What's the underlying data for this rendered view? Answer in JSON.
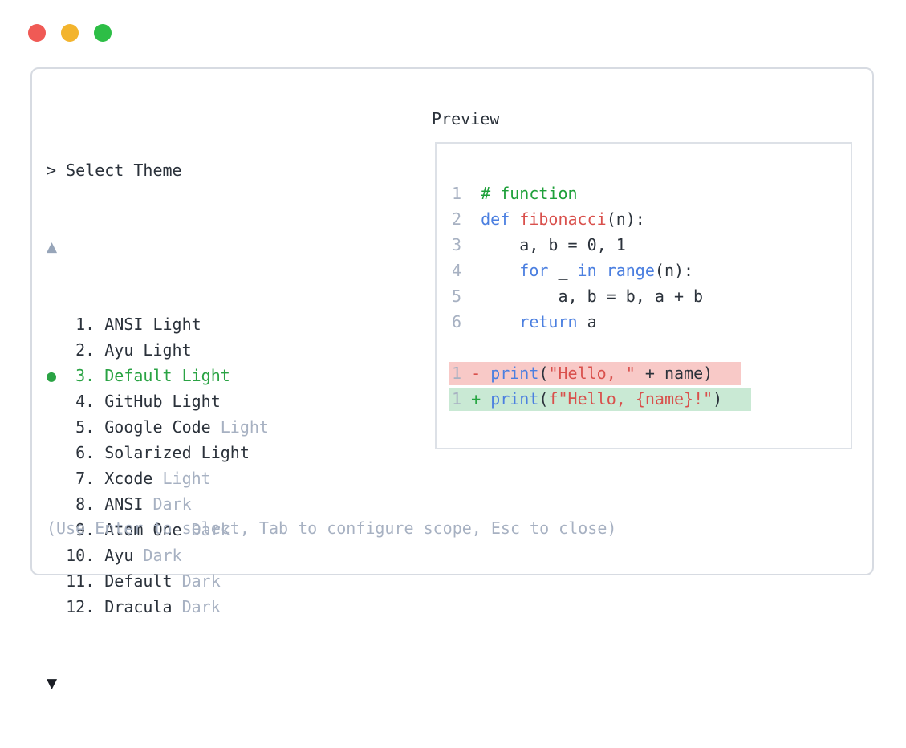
{
  "window": {
    "traffic_lights": [
      {
        "name": "close",
        "color": "#f05a55"
      },
      {
        "name": "minimize",
        "color": "#f3b42d"
      },
      {
        "name": "maximize",
        "color": "#2dbe46"
      }
    ]
  },
  "picker": {
    "prompt": "> Select Theme",
    "scroll_up_indicator": "▲",
    "scroll_down_indicator": "▼",
    "selected_bullet": "●",
    "items": [
      {
        "num": "1.",
        "name": "ANSI",
        "variant": "Light",
        "variant_muted": false,
        "selected": false
      },
      {
        "num": "2.",
        "name": "Ayu",
        "variant": "Light",
        "variant_muted": false,
        "selected": false
      },
      {
        "num": "3.",
        "name": "Default",
        "variant": "Light",
        "variant_muted": false,
        "selected": true
      },
      {
        "num": "4.",
        "name": "GitHub",
        "variant": "Light",
        "variant_muted": false,
        "selected": false
      },
      {
        "num": "5.",
        "name": "Google Code",
        "variant": "Light",
        "variant_muted": true,
        "selected": false
      },
      {
        "num": "6.",
        "name": "Solarized",
        "variant": "Light",
        "variant_muted": false,
        "selected": false
      },
      {
        "num": "7.",
        "name": "Xcode",
        "variant": "Light",
        "variant_muted": true,
        "selected": false
      },
      {
        "num": "8.",
        "name": "ANSI",
        "variant": "Dark",
        "variant_muted": true,
        "selected": false
      },
      {
        "num": "9.",
        "name": "Atom One",
        "variant": "Dark",
        "variant_muted": true,
        "selected": false
      },
      {
        "num": "10.",
        "name": "Ayu",
        "variant": "Dark",
        "variant_muted": true,
        "selected": false
      },
      {
        "num": "11.",
        "name": "Default",
        "variant": "Dark",
        "variant_muted": true,
        "selected": false
      },
      {
        "num": "12.",
        "name": "Dracula",
        "variant": "Dark",
        "variant_muted": true,
        "selected": false
      }
    ],
    "help": "(Use Enter to select, Tab to configure scope, Esc to close)"
  },
  "preview": {
    "title": "Preview",
    "code_lines": [
      {
        "tokens": [
          {
            "t": "1",
            "c": "ln"
          },
          {
            "t": "  ",
            "c": "pl"
          },
          {
            "t": "# function",
            "c": "cm"
          }
        ]
      },
      {
        "tokens": [
          {
            "t": "2",
            "c": "ln"
          },
          {
            "t": "  ",
            "c": "pl"
          },
          {
            "t": "def",
            "c": "kw"
          },
          {
            "t": " ",
            "c": "pl"
          },
          {
            "t": "fibonacci",
            "c": "fn"
          },
          {
            "t": "(n):",
            "c": "pl"
          }
        ]
      },
      {
        "tokens": [
          {
            "t": "3",
            "c": "ln"
          },
          {
            "t": "      a, b = 0, 1",
            "c": "pl"
          }
        ]
      },
      {
        "tokens": [
          {
            "t": "4",
            "c": "ln"
          },
          {
            "t": "      ",
            "c": "pl"
          },
          {
            "t": "for",
            "c": "kw"
          },
          {
            "t": " _ ",
            "c": "pl"
          },
          {
            "t": "in",
            "c": "kw"
          },
          {
            "t": " ",
            "c": "pl"
          },
          {
            "t": "range",
            "c": "kw"
          },
          {
            "t": "(n):",
            "c": "pl"
          }
        ]
      },
      {
        "tokens": [
          {
            "t": "5",
            "c": "ln"
          },
          {
            "t": "          a, b = b, a + b",
            "c": "pl"
          }
        ]
      },
      {
        "tokens": [
          {
            "t": "6",
            "c": "ln"
          },
          {
            "t": "      ",
            "c": "pl"
          },
          {
            "t": "return",
            "c": "kw"
          },
          {
            "t": " a",
            "c": "pl"
          }
        ]
      },
      {
        "tokens": []
      },
      {
        "diff": "del",
        "tokens": [
          {
            "t": "1",
            "c": "ln"
          },
          {
            "t": " ",
            "c": "pl"
          },
          {
            "t": "-",
            "c": "del"
          },
          {
            "t": " ",
            "c": "pl"
          },
          {
            "t": "print",
            "c": "kw"
          },
          {
            "t": "(",
            "c": "pl"
          },
          {
            "t": "\"Hello, \"",
            "c": "st"
          },
          {
            "t": " + name)",
            "c": "pl"
          }
        ]
      },
      {
        "diff": "add",
        "tokens": [
          {
            "t": "1",
            "c": "ln"
          },
          {
            "t": " ",
            "c": "pl"
          },
          {
            "t": "+",
            "c": "add"
          },
          {
            "t": " ",
            "c": "pl"
          },
          {
            "t": "print",
            "c": "kw"
          },
          {
            "t": "(",
            "c": "pl"
          },
          {
            "t": "f\"Hello, {name}!\"",
            "c": "st"
          },
          {
            "t": ")",
            "c": "pl"
          }
        ]
      }
    ]
  },
  "colors": {
    "text_dark": "#2b323b",
    "muted_gray": "#a7b1c2",
    "accent_green": "#2aa344",
    "keyword_blue": "#4b7fe0",
    "function_red": "#d9504c",
    "string_red": "#d9504c",
    "comment_green": "#1ea03a",
    "diff_add_text": "#23a43f",
    "diff_del_text": "#d9504c",
    "diff_add_bg": "#c9e9d4",
    "diff_del_bg": "#f8c9c7",
    "panel_border": "#d7dbe2",
    "scroll_up_arrow": "#97a5b9",
    "scroll_down_arrow": "#1a1d24"
  }
}
